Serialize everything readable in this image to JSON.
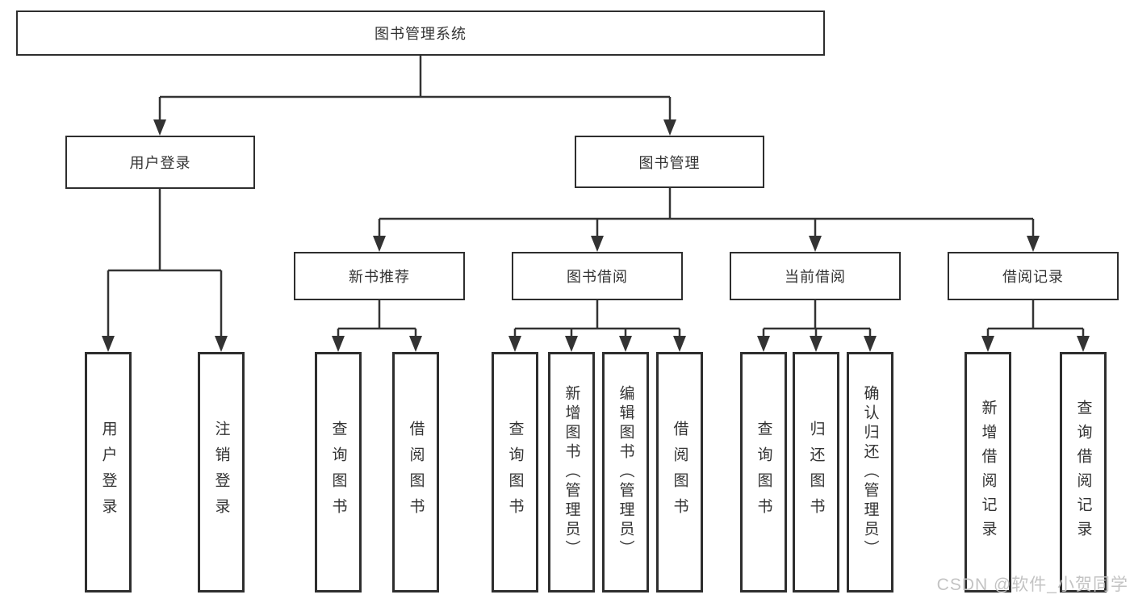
{
  "diagram": {
    "root": {
      "label": "图书管理系统"
    },
    "level2": {
      "user_login": {
        "label": "用户登录"
      },
      "book_mgmt": {
        "label": "图书管理"
      }
    },
    "level3": {
      "new_rec": {
        "label": "新书推荐"
      },
      "borrow": {
        "label": "图书借阅"
      },
      "current": {
        "label": "当前借阅"
      },
      "record": {
        "label": "借阅记录"
      }
    },
    "leaves": {
      "a1": {
        "label": "用户登录"
      },
      "a2": {
        "label": "注销登录"
      },
      "b1": {
        "label": "查询图书"
      },
      "b2": {
        "label": "借阅图书"
      },
      "c1": {
        "label": "查询图书"
      },
      "c2": {
        "label": "新增图书（管理员）"
      },
      "c3": {
        "label": "编辑图书（管理员）"
      },
      "c4": {
        "label": "借阅图书"
      },
      "d1": {
        "label": "查询图书"
      },
      "d2": {
        "label": "归还图书"
      },
      "d3": {
        "label": "确认归还（管理员）"
      },
      "e1": {
        "label": "新增借阅记录"
      },
      "e2": {
        "label": "查询借阅记录"
      }
    },
    "watermark": "CSDN @软件_小贺同学",
    "colors": {
      "line": "#333333",
      "box_border": "#2e2e2e",
      "text": "#333333",
      "watermark": "#c3c3c3",
      "background": "#ffffff"
    }
  }
}
